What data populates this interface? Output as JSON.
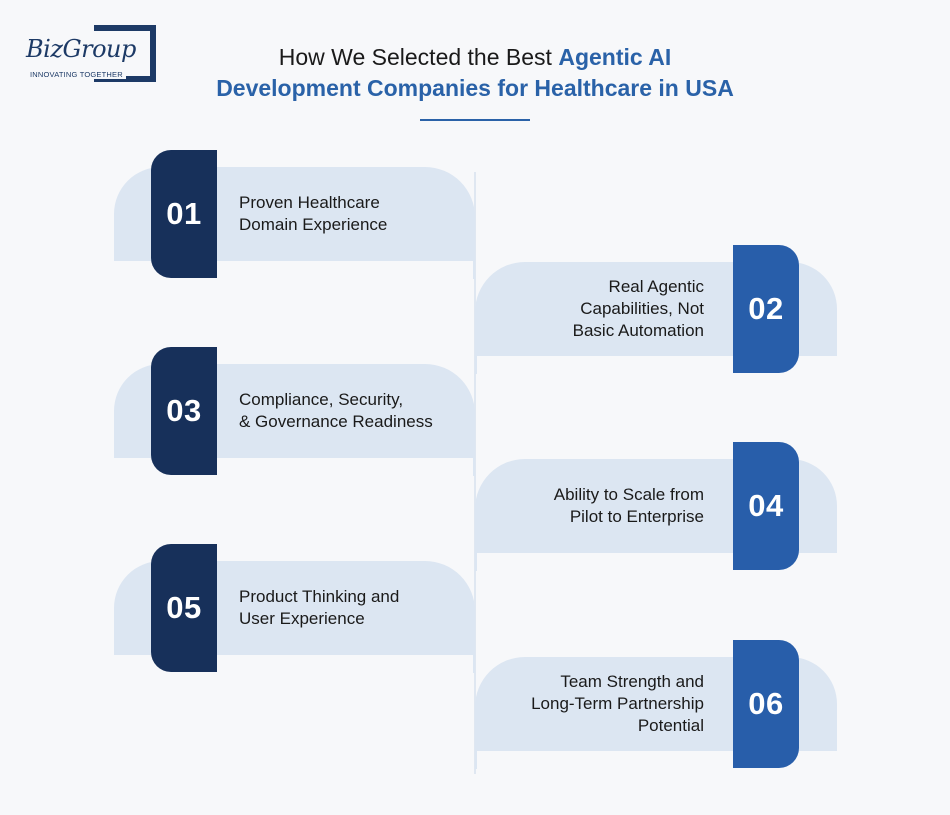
{
  "logo": {
    "brand": "BizGroup",
    "tagline": "INNOVATING TOGETHER"
  },
  "title": {
    "line1_prefix": "How We Selected the Best ",
    "line1_accent": "Agentic AI",
    "line2": "Development Companies for Healthcare in USA"
  },
  "steps": [
    {
      "number": "01",
      "label": "Proven Healthcare\nDomain Experience"
    },
    {
      "number": "02",
      "label": "Real Agentic\nCapabilities, Not\nBasic Automation"
    },
    {
      "number": "03",
      "label": "Compliance, Security,\n& Governance Readiness"
    },
    {
      "number": "04",
      "label": "Ability to Scale from\nPilot to Enterprise"
    },
    {
      "number": "05",
      "label": "Product Thinking and\nUser Experience"
    },
    {
      "number": "06",
      "label": "Team Strength and\nLong-Term Partnership\nPotential"
    }
  ],
  "colors": {
    "dark_navy": "#17305a",
    "accent_blue": "#285eaa",
    "pill_bg": "#dce6f2",
    "title_blue": "#2a62a8"
  }
}
